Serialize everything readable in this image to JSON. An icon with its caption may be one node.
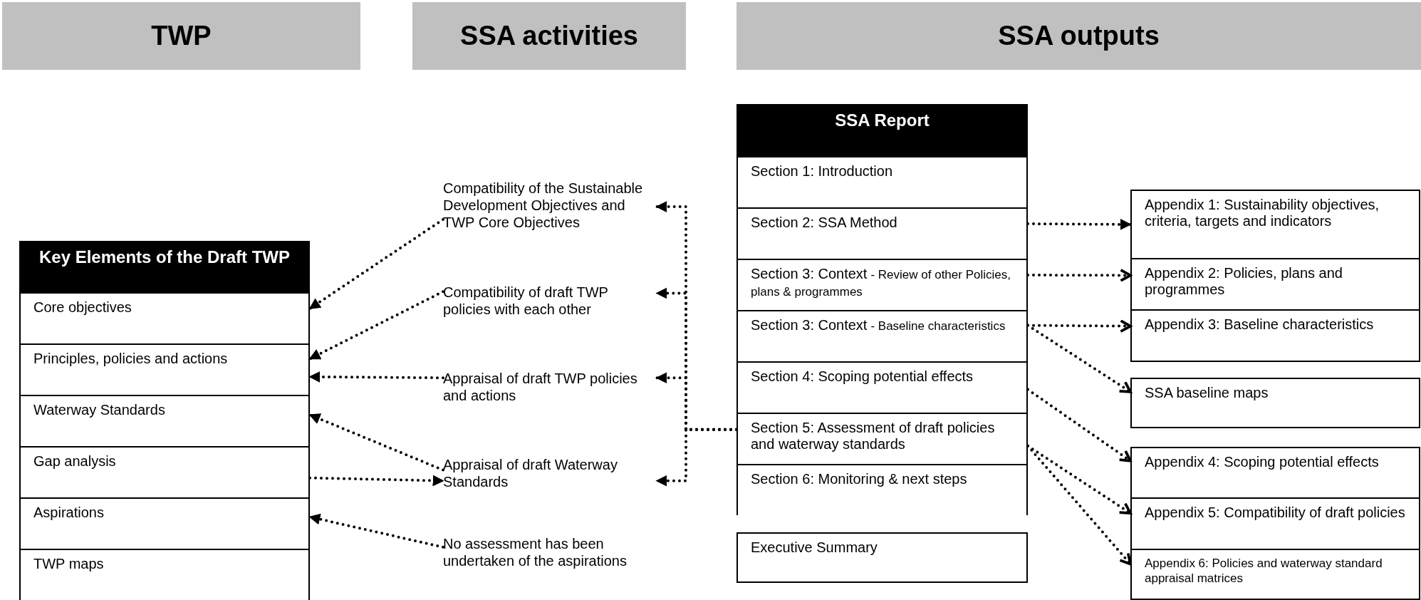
{
  "diagram": {
    "nodes": [
      {
        "text": [
          "TWP"
        ]
      },
      {
        "text": [
          "SSA activities"
        ]
      },
      {
        "text": [
          "SSA outputs"
        ]
      },
      {
        "text": [
          "Key Elements of the Draft TWP"
        ]
      },
      {
        "text": [
          "Core objectives"
        ],
        "in": 3
      },
      {
        "text": [
          "Principles, policies and actions"
        ],
        "in": 3
      },
      {
        "text": [
          "Waterway Standards"
        ],
        "in": 3
      },
      {
        "text": [
          "Gap analysis"
        ],
        "in": 3
      },
      {
        "text": [
          "Aspirations"
        ],
        "in": 3
      },
      {
        "text": [
          "TWP maps"
        ],
        "in": 3
      },
      {
        "text": [
          "Compatibility of the Sustainable Development Objectives and TWP Core Objectives"
        ]
      },
      {
        "text": [
          "Compatibility of draft TWP policies with each other"
        ]
      },
      {
        "text": [
          "Appraisal of draft TWP policies and actions"
        ]
      },
      {
        "text": [
          "Appraisal of draft Waterway Standards"
        ]
      },
      {
        "text": [
          "No assessment has been undertaken of the aspirations"
        ]
      },
      {
        "text": [
          "SSA Report"
        ]
      },
      {
        "text": [
          "Section 1: Introduction"
        ],
        "in": 15
      },
      {
        "text": [
          "Section 2: SSA Method"
        ],
        "in": 15
      },
      {
        "text": [
          "Section 3: Context",
          "- Review of other Policies, plans & programmes"
        ],
        "in": 15
      },
      {
        "text": [
          "Section 3: Context",
          "- Baseline characteristics"
        ],
        "in": 15
      },
      {
        "text": [
          "Section 4: Scoping potential effects"
        ],
        "in": 15
      },
      {
        "text": [
          "Section 5: Assessment of draft policies and waterway standards"
        ],
        "in": 15
      },
      {
        "text": [
          "Section 6: Monitoring & next steps"
        ],
        "in": 15
      },
      {
        "text": [
          "Executive Summary"
        ]
      },
      {
        "text": [
          "Appendix 1: Sustainability objectives, criteria, targets and indicators"
        ]
      },
      {
        "text": [
          "Appendix 2: Policies, plans and programmes"
        ]
      },
      {
        "text": [
          "Appendix 3: Baseline characteristics"
        ]
      },
      {
        "text": [
          "SSA baseline maps"
        ]
      },
      {
        "text": [
          "Appendix 4: Scoping potential effects"
        ]
      },
      {
        "text": [
          "Appendix 5: Compatibility of draft policies"
        ]
      },
      {
        "text": [
          "Appendix 6: Policies and waterway standard appraisal matrices"
        ]
      }
    ],
    "edges": [
      {
        "from": 21,
        "to": 10,
        "arrow": "to"
      },
      {
        "from": 21,
        "to": 11,
        "arrow": "to"
      },
      {
        "from": 21,
        "to": 12,
        "arrow": "to"
      },
      {
        "from": 21,
        "to": 13,
        "arrow": "to"
      },
      {
        "from": 10,
        "to": 4,
        "arrow": "to"
      },
      {
        "from": 11,
        "to": 5,
        "arrow": "to"
      },
      {
        "from": 12,
        "to": 5,
        "arrow": "to"
      },
      {
        "from": 13,
        "to": 6,
        "arrow": "to"
      },
      {
        "from": 7,
        "to": 13,
        "arrow": "to"
      },
      {
        "from": 14,
        "to": 8,
        "arrow": "to"
      },
      {
        "from": 17,
        "to": 24,
        "arrow": "to"
      },
      {
        "from": 18,
        "to": 25,
        "arrow": "to"
      },
      {
        "from": 19,
        "to": 26,
        "arrow": "to"
      },
      {
        "from": 19,
        "to": 27,
        "arrow": "to"
      },
      {
        "from": 20,
        "to": 28,
        "arrow": "to"
      },
      {
        "from": 21,
        "to": 29,
        "arrow": "to"
      },
      {
        "from": 21,
        "to": 30,
        "arrow": "to"
      }
    ]
  }
}
